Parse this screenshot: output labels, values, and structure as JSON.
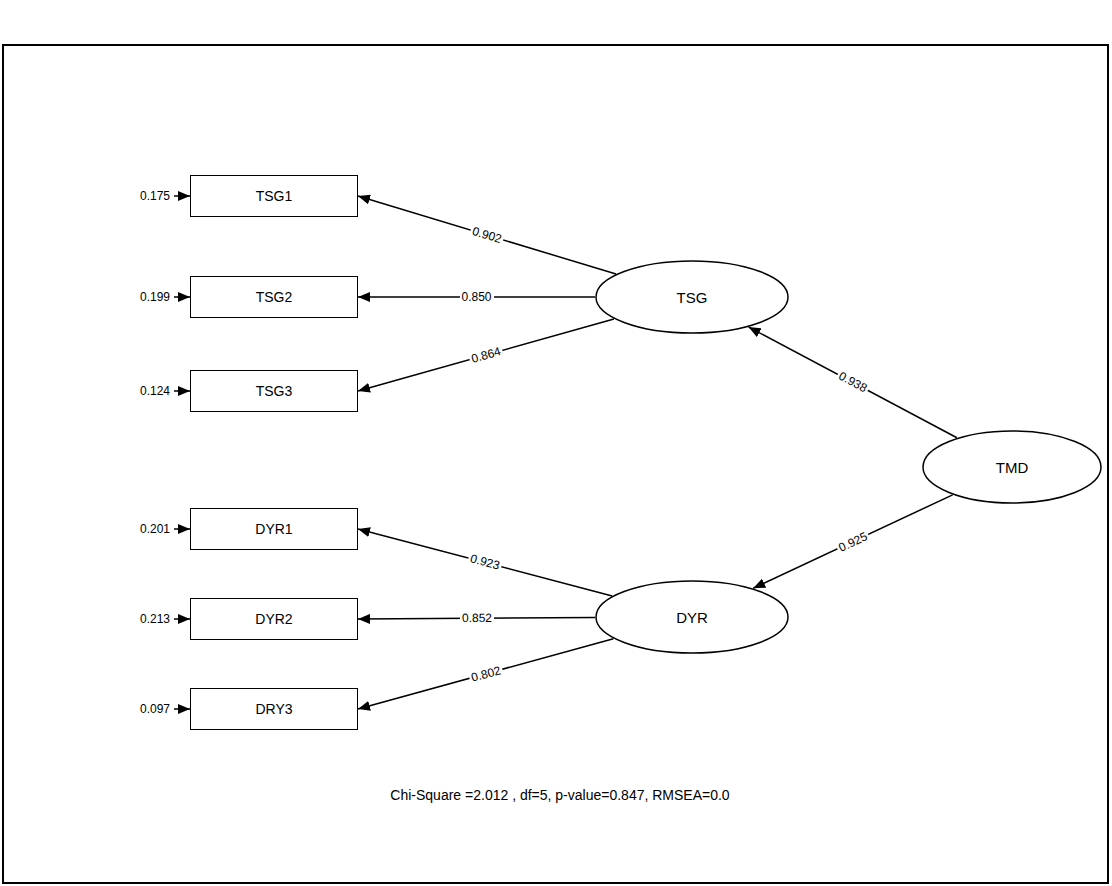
{
  "diagram": {
    "nodes": [
      {
        "text": [
          "TSG1"
        ]
      },
      {
        "text": [
          "TSG2"
        ]
      },
      {
        "text": [
          "TSG3"
        ]
      },
      {
        "text": [
          "TSG"
        ]
      },
      {
        "text": [
          "TMD"
        ]
      },
      {
        "text": [
          "DYR1"
        ]
      },
      {
        "text": [
          "DYR2"
        ]
      },
      {
        "text": [
          "DRY3"
        ]
      },
      {
        "text": [
          "DYR"
        ]
      }
    ],
    "edges": [
      {
        "from": 3,
        "to": 0,
        "label": "0.902",
        "arrow": "to"
      },
      {
        "from": 3,
        "to": 1,
        "label": "0.850",
        "arrow": "to"
      },
      {
        "from": 3,
        "to": 2,
        "label": "0.864",
        "arrow": "to"
      },
      {
        "from": 4,
        "to": 3,
        "label": "0.938",
        "arrow": "to"
      },
      {
        "from": 4,
        "to": 8,
        "label": "0.925",
        "arrow": "to"
      },
      {
        "from": 8,
        "to": 5,
        "label": "0.923",
        "arrow": "to"
      },
      {
        "from": 8,
        "to": 6,
        "label": "0.852",
        "arrow": "to"
      },
      {
        "from": 8,
        "to": 7,
        "label": "0.802",
        "arrow": "to"
      }
    ],
    "labels": [
      "0.175",
      "0.199",
      "0.124",
      "0.201",
      "0.213",
      "0.097",
      "Chi-Square =2.012 , df=5, p-value=0.847, RMSEA=0.0"
    ]
  }
}
